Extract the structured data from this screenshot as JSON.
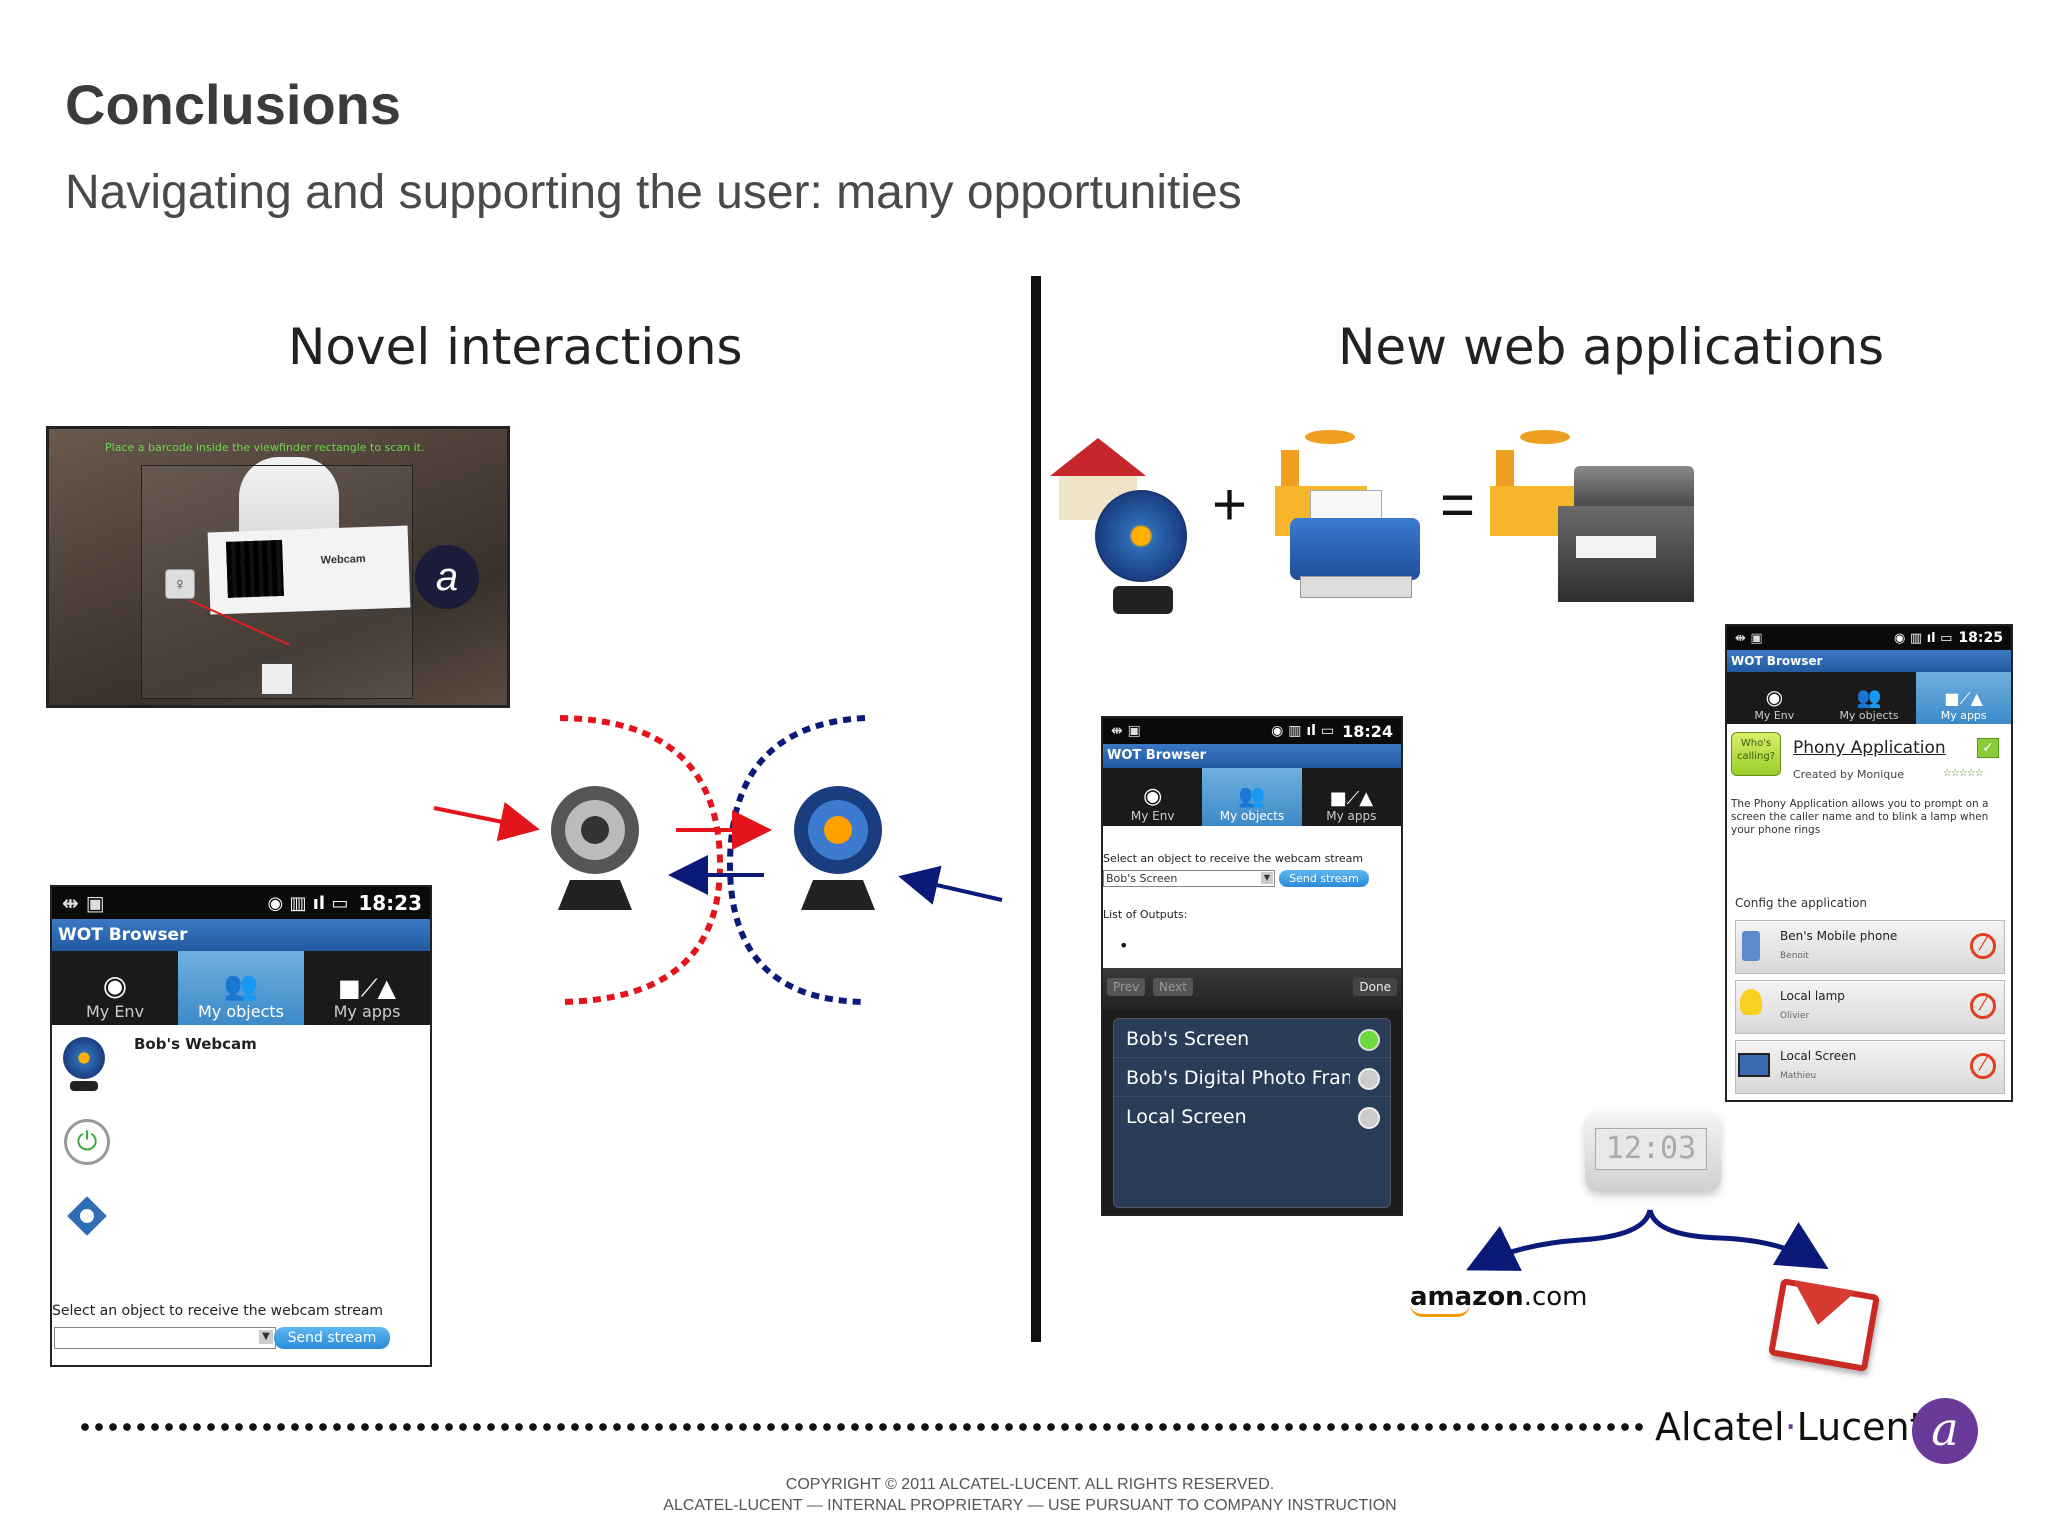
{
  "slide": {
    "title": "Conclusions",
    "subtitle": "Navigating and supporting the user: many opportunities",
    "section_left": "Novel interactions",
    "section_right": "New web applications"
  },
  "scanner": {
    "hint": "Place a barcode inside the viewfinder rectangle to scan it.",
    "tag_label": "Webcam"
  },
  "equation": {
    "plus": "+",
    "equals": "="
  },
  "phone_left": {
    "time": "18:23",
    "app_title": "WOT Browser",
    "tabs": [
      "My Env",
      "My objects",
      "My apps"
    ],
    "object_name": "Bob's Webcam",
    "prompt": "Select an object to receive the webcam stream",
    "button": "Send stream"
  },
  "phone_mid": {
    "time": "18:24",
    "app_title": "WOT Browser",
    "tabs": [
      "My Env",
      "My objects",
      "My apps"
    ],
    "prompt": "Select an object to receive the webcam stream",
    "selected": "Bob's Screen",
    "button": "Send stream",
    "list_label": "List of Outputs:",
    "bullet": "•",
    "nav": {
      "prev": "Prev",
      "next": "Next",
      "done": "Done"
    },
    "options": [
      "Bob's Screen",
      "Bob's Digital Photo Fran",
      "Local Screen"
    ],
    "selected_index": 0
  },
  "phone_right": {
    "time": "18:25",
    "app_title": "WOT Browser",
    "tabs": [
      "My Env",
      "My objects",
      "My apps"
    ],
    "badge": "Who's calling?",
    "app_name": "Phony Application",
    "created_by": "Created by Monique",
    "stars": "☆☆☆☆☆",
    "description": "The Phony Application allows you to prompt on a screen the caller name and to blink a lamp when your phone rings",
    "config_label": "Config the application",
    "items": [
      {
        "name": "Ben's Mobile phone",
        "owner": "Benoit"
      },
      {
        "name": "Local lamp",
        "owner": "Olivier"
      },
      {
        "name": "Local Screen",
        "owner": "Mathieu"
      }
    ]
  },
  "clock_display": "12:03",
  "amazon": {
    "word": "amazon",
    "suffix": ".com"
  },
  "footer": {
    "brand_left": "Alcatel",
    "brand_dot": "·",
    "brand_right": "Lucent",
    "copyright_line1": "COPYRIGHT © 2011 ALCATEL-LUCENT.  ALL RIGHTS RESERVED.",
    "copyright_line2": "ALCATEL-LUCENT — INTERNAL PROPRIETARY —  USE PURSUANT TO COMPANY INSTRUCTION"
  },
  "colors": {
    "red_arrow": "#e3141b",
    "blue_arrow": "#0b1a78",
    "accent_blue": "#2f6db5",
    "logo_purple": "#6a3a9a"
  }
}
